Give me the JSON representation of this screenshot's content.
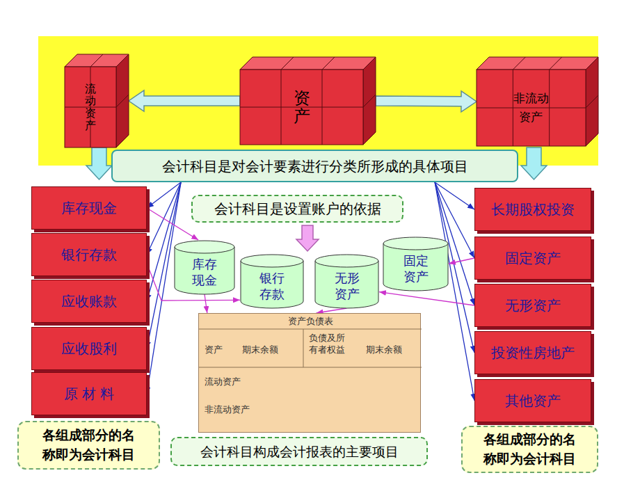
{
  "diagram": {
    "nodes": [
      {
        "text": [
          "流动资产"
        ]
      },
      {
        "text": [
          "资产"
        ]
      },
      {
        "text": [
          "非流动资产"
        ]
      },
      {
        "text": [
          "会计科目是对会计要素进行分类所形成的具体项目"
        ]
      },
      {
        "text": [
          "会计科目是设置账户的依据"
        ]
      },
      {
        "text": [
          "库存现金"
        ]
      },
      {
        "text": [
          "银行存款"
        ]
      },
      {
        "text": [
          "应收账款"
        ]
      },
      {
        "text": [
          "应收股利"
        ]
      },
      {
        "text": [
          "原 材 料"
        ]
      },
      {
        "text": [
          "长期股权投资"
        ]
      },
      {
        "text": [
          "固定资产"
        ]
      },
      {
        "text": [
          "无形资产"
        ]
      },
      {
        "text": [
          "投资性房地产"
        ]
      },
      {
        "text": [
          "其他资产"
        ]
      },
      {
        "text": [
          "库存现金"
        ]
      },
      {
        "text": [
          "银行存款"
        ]
      },
      {
        "text": [
          "无形资产"
        ]
      },
      {
        "text": [
          "固定资产"
        ]
      },
      {
        "text": [
          "资产负债表",
          "资产",
          "期末余额",
          "负债及所有者权益",
          "期末余额",
          "流动资产",
          "非流动资产"
        ]
      },
      {
        "text": [
          "各组成部分的名称即为会计科目"
        ]
      },
      {
        "text": [
          "会计科目构成会计报表的主要项目"
        ]
      },
      {
        "text": [
          "各组成部分的名称即为会计科目"
        ]
      }
    ],
    "edges": [
      {
        "from": 1,
        "to": 0,
        "arrow": "to"
      },
      {
        "from": 1,
        "to": 2,
        "arrow": "to"
      },
      {
        "from": 3,
        "to": 5,
        "arrow": "to"
      },
      {
        "from": 3,
        "to": 6,
        "arrow": "to"
      },
      {
        "from": 3,
        "to": 7,
        "arrow": "to"
      },
      {
        "from": 3,
        "to": 8,
        "arrow": "to"
      },
      {
        "from": 3,
        "to": 9,
        "arrow": "to"
      },
      {
        "from": 3,
        "to": 10,
        "arrow": "to"
      },
      {
        "from": 3,
        "to": 11,
        "arrow": "to"
      },
      {
        "from": 3,
        "to": 12,
        "arrow": "to"
      },
      {
        "from": 3,
        "to": 13,
        "arrow": "to"
      },
      {
        "from": 3,
        "to": 14,
        "arrow": "to"
      },
      {
        "from": 5,
        "to": 15,
        "arrow": "to"
      },
      {
        "from": 6,
        "to": 16,
        "arrow": "to"
      },
      {
        "from": 12,
        "to": 17,
        "arrow": "to"
      },
      {
        "from": 11,
        "to": 18,
        "arrow": "to"
      },
      {
        "from": 15,
        "to": 19,
        "arrow": "to"
      },
      {
        "from": 17,
        "to": 19,
        "arrow": "to"
      }
    ]
  }
}
